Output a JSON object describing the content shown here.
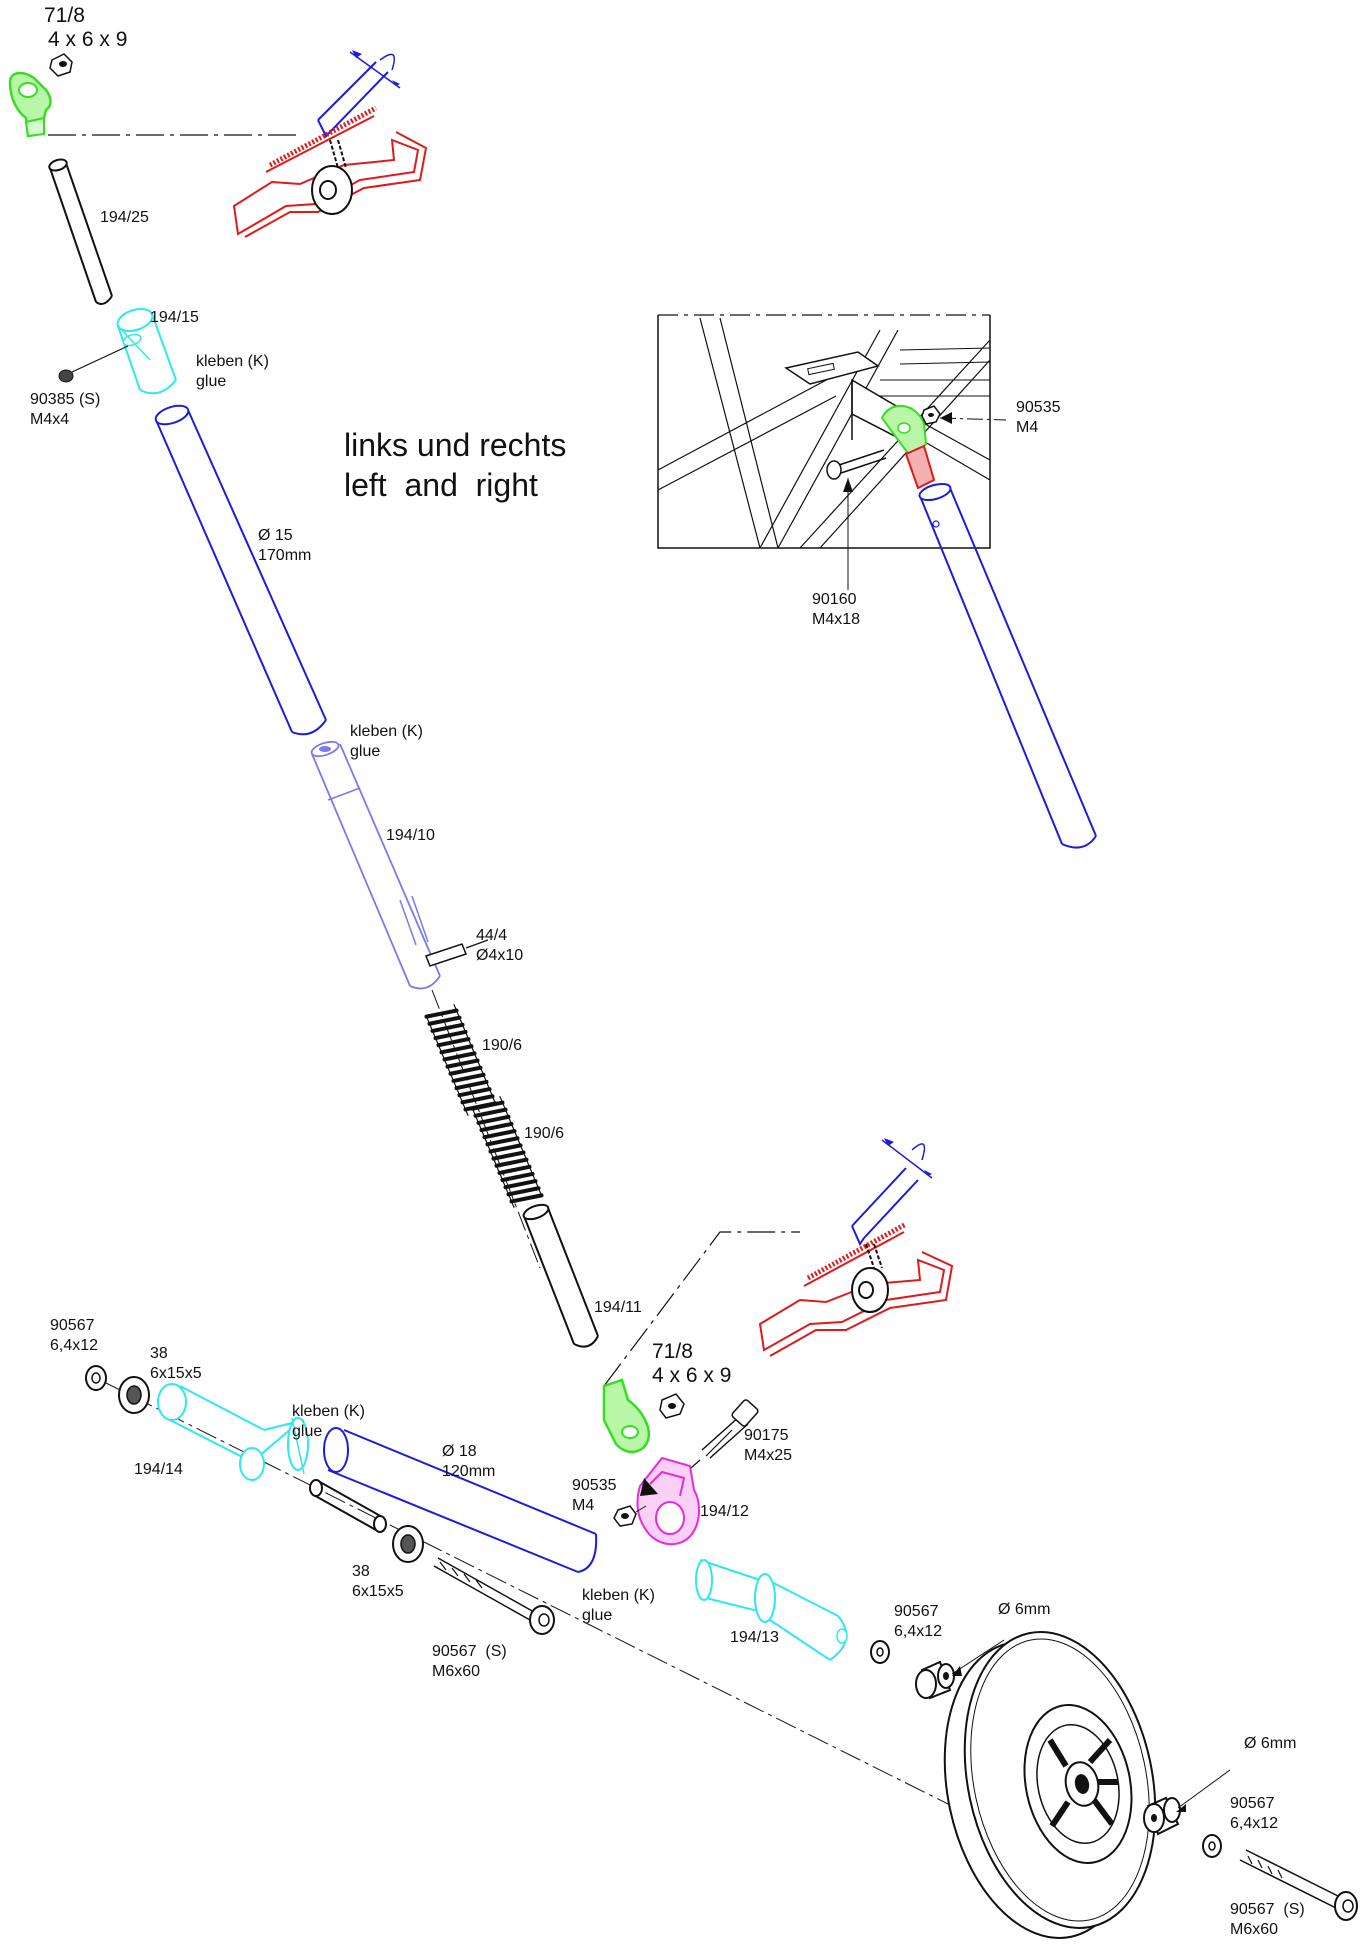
{
  "colors": {
    "tube_blue": "#1c1ce0",
    "light_blue": "#7a7af0",
    "cyan": "#2ee8ee",
    "green": "#37dd25",
    "red": "#e01a1a",
    "magenta": "#e82ad8",
    "line": "#111111"
  },
  "heading": {
    "line1": "links und rechts",
    "line2": "left  and  right"
  },
  "labels": {
    "top_rod_end_part": "71/8",
    "top_rod_end_size": "4 x 6 x 9",
    "part_194_25": "194/25",
    "part_194_15": "194/15",
    "glue_1_de": "kleben  (K)",
    "glue_1_en": "glue",
    "screw_90385_part": "90385 (S)",
    "screw_90385_size": "M4x4",
    "tube_15_dia": "Ø 15",
    "tube_15_len": "170mm",
    "glue_2_de": "kleben  (K)",
    "glue_2_en": "glue",
    "part_194_10": "194/10",
    "pin_44_4_part": "44/4",
    "pin_44_4_size": "Ø4x10",
    "spring_1": "190/6",
    "spring_2": "190/6",
    "part_194_11": "194/11",
    "bottom_rod_end_part": "71/8",
    "bottom_rod_end_size": "4 x 6 x 9",
    "nut_90535_part": "90535",
    "nut_90535_size": "M4",
    "bolt_90175_part": "90175",
    "bolt_90175_size": "M4x25",
    "part_194_12": "194/12",
    "washer_left_part": "90567",
    "washer_left_size": "6,4x12",
    "bushing_38_a_part": "38",
    "bushing_38_a_size": "6x15x5",
    "glue_3_de": "kleben  (K)",
    "glue_3_en": "glue",
    "part_194_14": "194/14",
    "tube_18_dia": "Ø 18",
    "tube_18_len": "120mm",
    "bushing_38_b_part": "38",
    "bushing_38_b_size": "6x15x5",
    "glue_4_de": "kleben  (K)",
    "glue_4_en": "glue",
    "bolt_left_part": "90567  (S)",
    "bolt_left_size": "M6x60",
    "part_194_13": "194/13",
    "washer_right_part": "90567",
    "washer_right_size": "6,4x12",
    "wheel_bore_1": "Ø 6mm",
    "wheel_bore_2": "Ø 6mm",
    "washer_wheel_part": "90567",
    "washer_wheel_size": "6,4x12",
    "bolt_wheel_part": "90567  (S)",
    "bolt_wheel_size": "M6x60"
  },
  "inset": {
    "nut_part": "90535",
    "nut_size": "M4",
    "screw_part": "90160",
    "screw_size": "M4x18"
  }
}
